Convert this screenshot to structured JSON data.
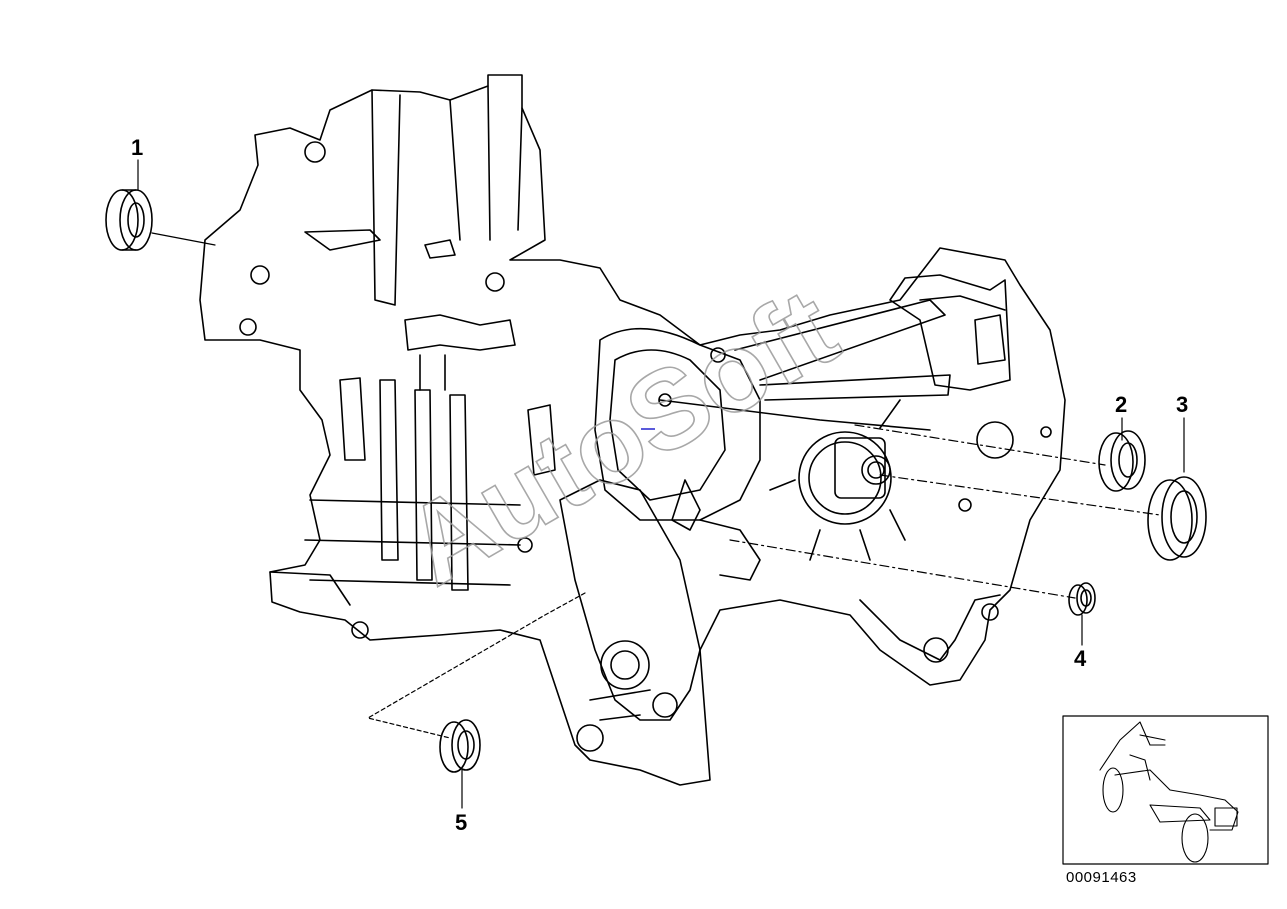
{
  "callouts": [
    {
      "id": "1",
      "label": "1"
    },
    {
      "id": "2",
      "label": "2"
    },
    {
      "id": "3",
      "label": "3"
    },
    {
      "id": "4",
      "label": "4"
    },
    {
      "id": "5",
      "label": "5"
    }
  ],
  "document_number": "00091463",
  "watermark": "AutoSoft"
}
